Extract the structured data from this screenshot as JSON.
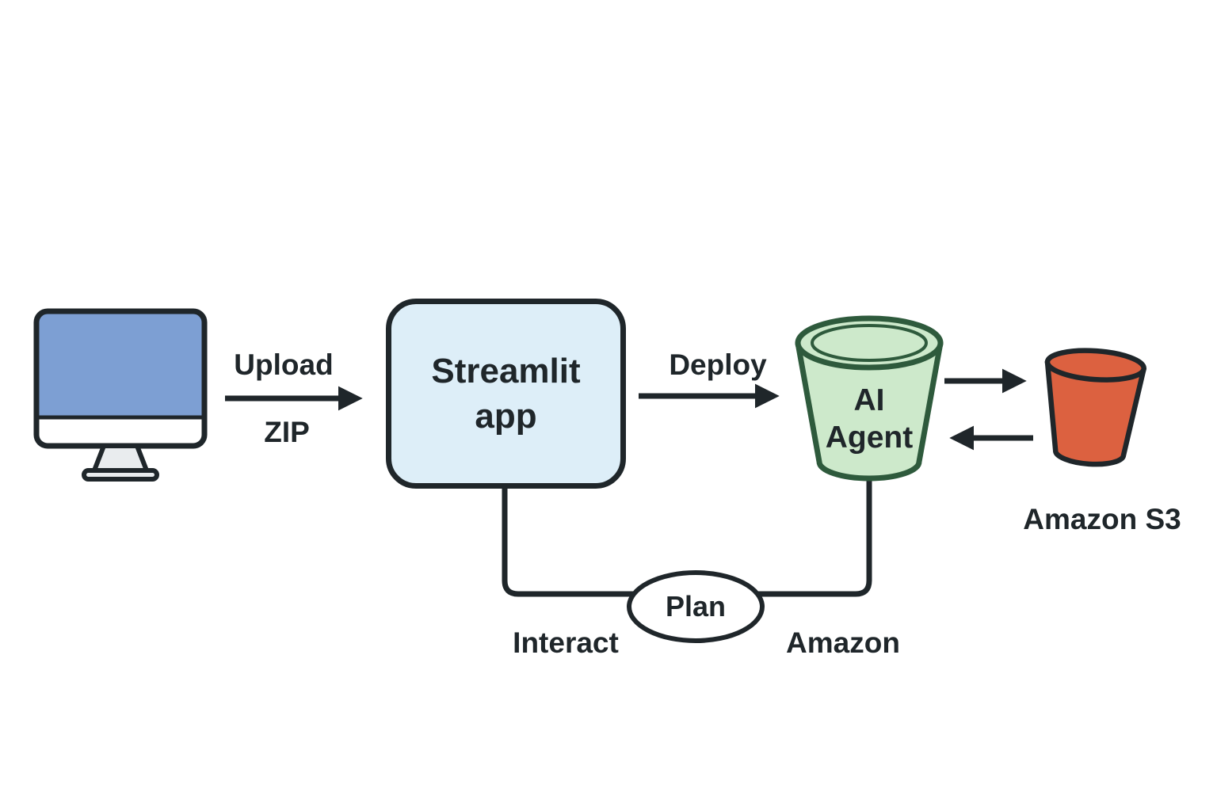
{
  "diagram": {
    "nodes": {
      "client": {
        "name": "client-computer"
      },
      "streamlit": {
        "label": "Streamlit app"
      },
      "ai_agent": {
        "label": "AI Agent"
      },
      "s3": {
        "label": "Amazon S3"
      },
      "plan": {
        "label": "Plan"
      }
    },
    "edges": {
      "upload": {
        "label": "Upload",
        "sublabel": "ZIP"
      },
      "deploy": {
        "label": "Deploy"
      },
      "interact": {
        "label": "Interact"
      },
      "amazon": {
        "label": "Amazon"
      }
    },
    "colors": {
      "background": "#ffffff",
      "outline": "#1f262a",
      "streamlit_fill": "#ddeef8",
      "agent_fill": "#cde9cb",
      "agent_outline": "#2e5a3c",
      "s3_fill": "#dc6140",
      "screen_blue": "#7d9fd3"
    }
  }
}
